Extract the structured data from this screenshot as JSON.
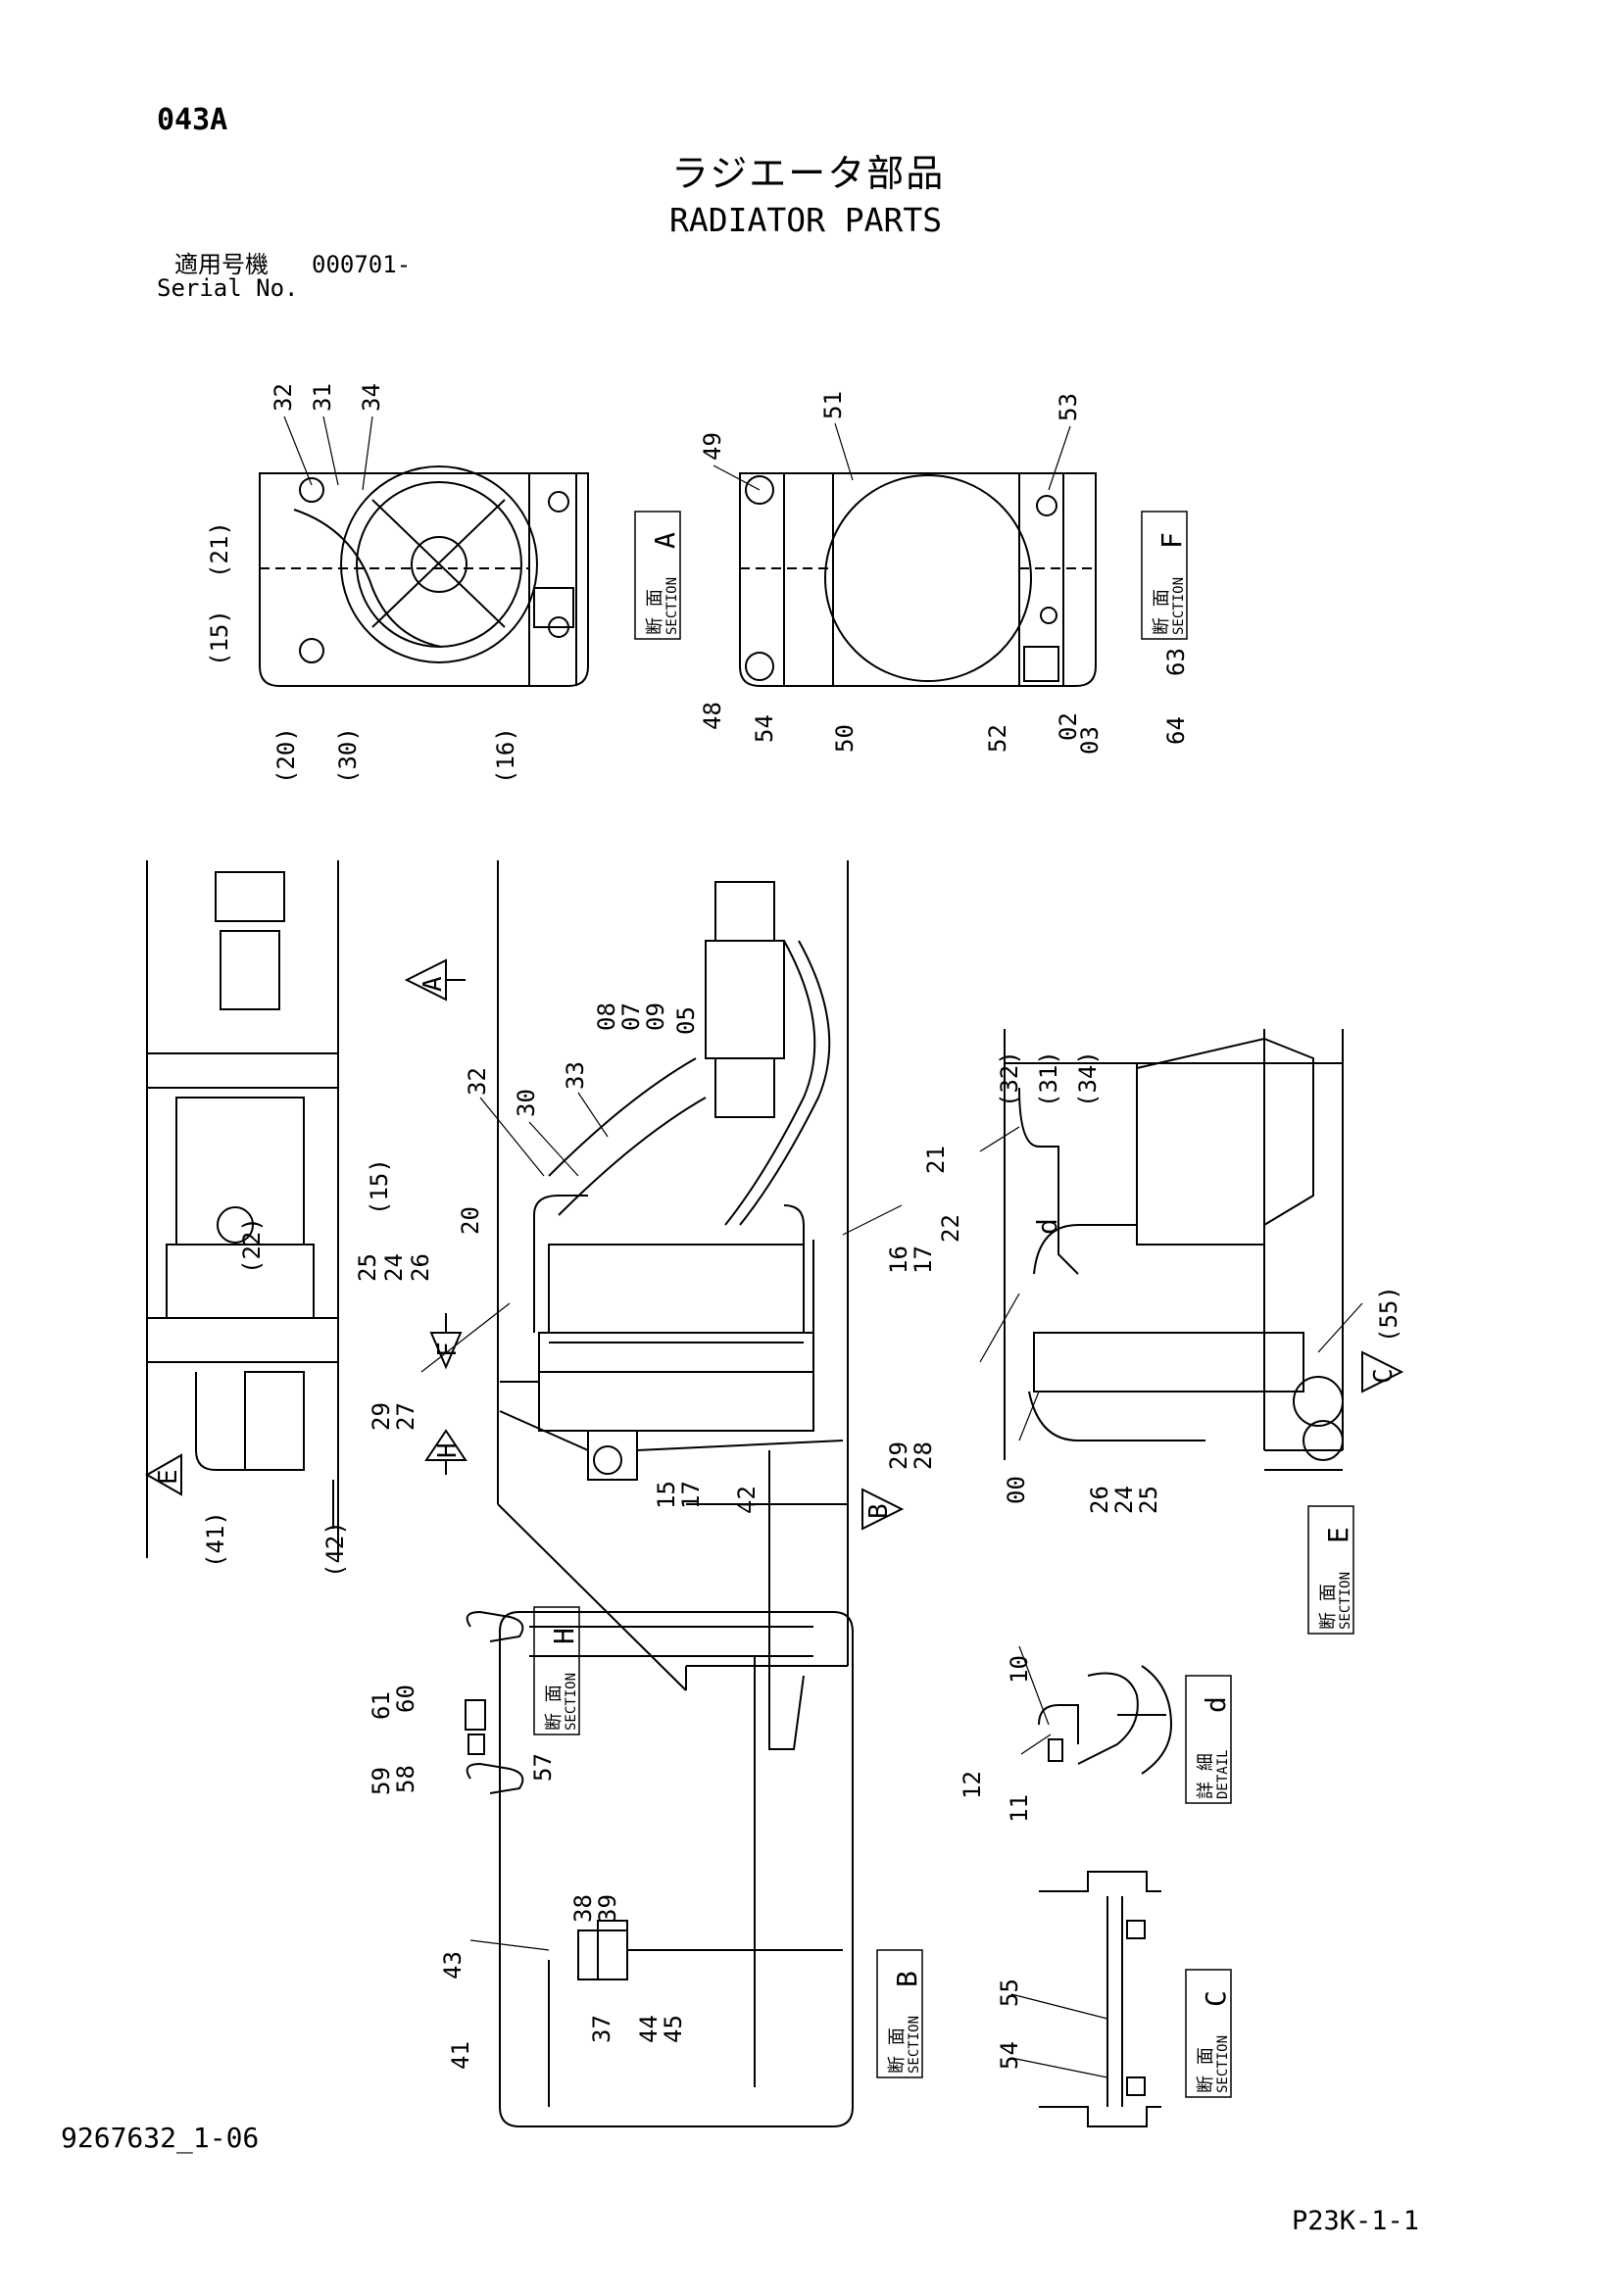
{
  "header": {
    "page_code": "043A",
    "title_jp": "ラジエータ部品",
    "title_en": "RADIATOR PARTS",
    "serial_label_jp": "適用号機",
    "serial_value": "000701-",
    "serial_label_en": "Serial No."
  },
  "footer": {
    "doc_number": "9267632_1-06",
    "page_ref": "P23K-1-1"
  },
  "sections": {
    "A": {
      "jp": "断 面",
      "en": "SECTION",
      "letter": "A"
    },
    "F": {
      "jp": "断 面",
      "en": "SECTION",
      "letter": "F"
    },
    "E": {
      "jp": "断 面",
      "en": "SECTION",
      "letter": "E"
    },
    "H": {
      "jp": "断 面",
      "en": "SECTION",
      "letter": "H"
    },
    "d": {
      "jp": "詳 細",
      "en": "DETAIL",
      "letter": "d"
    },
    "B": {
      "jp": "断 面",
      "en": "SECTION",
      "letter": "B"
    },
    "C": {
      "jp": "断 面",
      "en": "SECTION",
      "letter": "C"
    }
  },
  "view_arrows": {
    "A": "A",
    "F": "F",
    "H": "H",
    "E": "E",
    "B": "B",
    "C": "C"
  },
  "callouts": {
    "secA": [
      "32",
      "31",
      "34",
      "(21)",
      "(15)",
      "(20)",
      "(30)",
      "(16)"
    ],
    "secF": [
      "49",
      "51",
      "53",
      "48",
      "54",
      "50",
      "52",
      "02",
      "03",
      "64",
      "63"
    ],
    "main": [
      "32",
      "30",
      "33",
      "08",
      "07",
      "09",
      "05",
      "20",
      "25",
      "24",
      "26",
      "16",
      "17",
      "29",
      "27",
      "15",
      "17",
      "42",
      "29",
      "28"
    ],
    "left": [
      "(15)",
      "(22)",
      "(41)",
      "(42)"
    ],
    "secE": [
      "(32)",
      "(31)",
      "(34)",
      "21",
      "22",
      "d",
      "(55)",
      "00",
      "26",
      "24",
      "25"
    ],
    "secH": [
      "61",
      "60",
      "59",
      "58",
      "57"
    ],
    "detailD": [
      "10",
      "12",
      "11"
    ],
    "secB": [
      "38",
      "39",
      "43",
      "41",
      "37",
      "44",
      "45"
    ],
    "secC": [
      "55",
      "54"
    ]
  }
}
